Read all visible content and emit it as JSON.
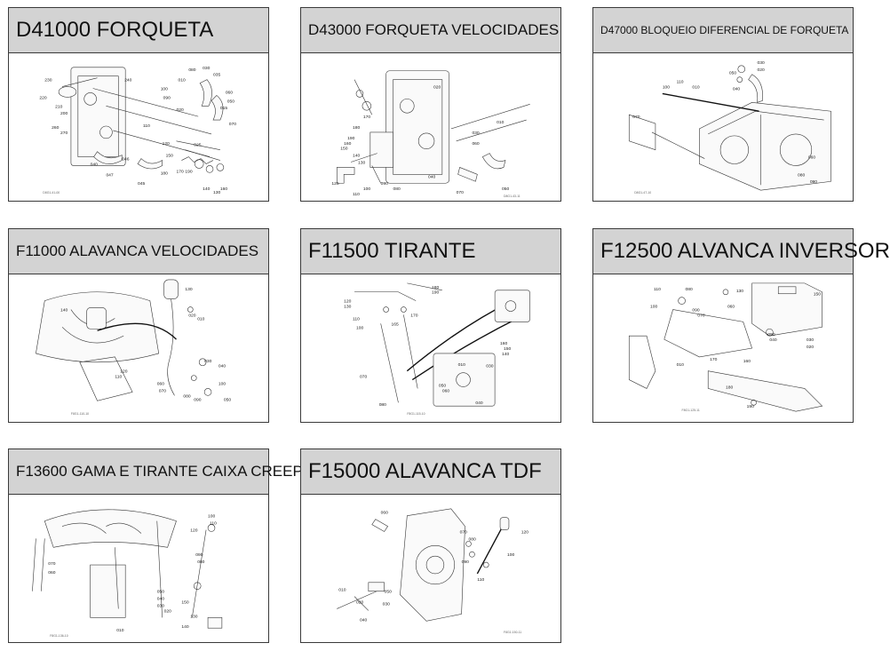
{
  "cards": [
    {
      "title": "D41000 FORQUETA",
      "size": "lg",
      "drawing_icon": "gear-shift-fork-diagram",
      "labels": [
        "230",
        "220",
        "240",
        "210",
        "200",
        "260",
        "270",
        "080",
        "030",
        "010",
        "100",
        "090",
        "020",
        "060",
        "050",
        "070",
        "110",
        "040",
        "047",
        "046",
        "045",
        "120",
        "150",
        "160",
        "170",
        "025",
        "140",
        "130",
        "190",
        "180",
        "035",
        "015"
      ],
      "footer": "D8G1-41-00"
    },
    {
      "title": "D43000 FORQUETA VELOCIDADES",
      "size": "md",
      "drawing_icon": "speed-fork-diagram",
      "labels": [
        "190",
        "170",
        "180",
        "150",
        "160",
        "140",
        "130",
        "125",
        "110",
        "100",
        "090",
        "080",
        "070",
        "060",
        "050",
        "040",
        "030",
        "020",
        "010"
      ],
      "footer": "D8G1-43-11"
    },
    {
      "title": "D47000 BLOQUEIO DIFERENCIAL DE FORQUETA",
      "size": "sm",
      "drawing_icon": "differential-lock-diagram",
      "labels": [
        "030",
        "020",
        "050",
        "040",
        "110",
        "100",
        "010",
        "070",
        "060",
        "080",
        "090"
      ],
      "footer": "D8G1-47-10"
    },
    {
      "title": "F11000 ALAVANCA VELOCIDADES",
      "size": "md",
      "drawing_icon": "speed-lever-diagram",
      "labels": [
        "130",
        "140",
        "020",
        "010",
        "030",
        "040",
        "120",
        "110",
        "060",
        "070",
        "080",
        "090",
        "100",
        "050"
      ],
      "footer": "F8G1-110-10"
    },
    {
      "title": "F11500 TIRANTE",
      "size": "lg",
      "drawing_icon": "tie-rod-diagram",
      "labels": [
        "180",
        "190",
        "120",
        "130",
        "170",
        "110",
        "165",
        "100",
        "160",
        "150",
        "140",
        "070",
        "010",
        "050",
        "060",
        "080",
        "030",
        "040"
      ],
      "footer": "F8G1-115-10"
    },
    {
      "title": "F12500 ALVANCA INVERSOR",
      "size": "lg",
      "drawing_icon": "reverser-lever-diagram",
      "labels": [
        "110",
        "080",
        "130",
        "150",
        "100",
        "090",
        "070",
        "060",
        "050",
        "040",
        "030",
        "020",
        "010",
        "170",
        "160",
        "180",
        "190"
      ],
      "footer": "F8G1-125-11"
    },
    {
      "title": "F13600 GAMA E TIRANTE CAIXA CREEP",
      "size": "md",
      "drawing_icon": "creep-box-rod-diagram",
      "labels": [
        "100",
        "110",
        "120",
        "090",
        "080",
        "070",
        "060",
        "050",
        "040",
        "030",
        "020",
        "010",
        "150",
        "140",
        "130"
      ],
      "footer": "F8G1-136-10"
    },
    {
      "title": "F15000 ALAVANCA TDF",
      "size": "lg",
      "drawing_icon": "pto-lever-diagram",
      "labels": [
        "060",
        "120",
        "070",
        "080",
        "090",
        "100",
        "110",
        "010",
        "020",
        "030",
        "040",
        "050"
      ],
      "footer": "F8G1-150-11"
    }
  ]
}
